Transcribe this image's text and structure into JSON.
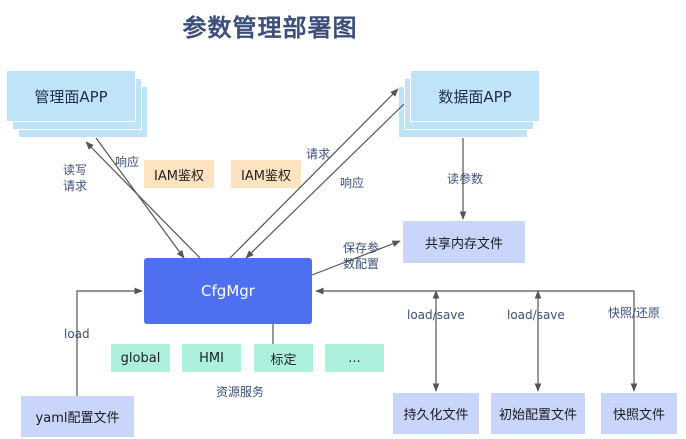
{
  "title": "参数管理部署图",
  "mgmt_app": "管理面APP",
  "data_app": "数据面APP",
  "iam_left": "IAM鉴权",
  "iam_right": "IAM鉴权",
  "cfgmgr": "CfgMgr",
  "shared_mem": "共享内存文件",
  "resources": [
    "global",
    "HMI",
    "标定",
    "..."
  ],
  "resource_service": "资源服务",
  "yaml_file": "yaml配置文件",
  "persist_file": "持久化文件",
  "init_file": "初始配置文件",
  "snapshot_file": "快照文件",
  "labels": {
    "read_write_line1": "读写",
    "read_write_line2": "请求",
    "response_left": "响应",
    "request_right": "请求",
    "response_right": "响应",
    "read_params": "读参数",
    "save_params_line1": "保存参",
    "save_params_line2": "数配置",
    "load_left": "load",
    "load_save_1": "load/save",
    "load_save_2": "load/save",
    "snapshot_restore": "快照/还原"
  },
  "colors": {
    "title": "#3c4f7a",
    "app_box": "#bfe3f7",
    "iam_box": "#fde3bf",
    "cfgmgr": "#4d6ff0",
    "resource_box": "#aef0de",
    "file_box": "#c9d5fb",
    "line": "#555555"
  }
}
